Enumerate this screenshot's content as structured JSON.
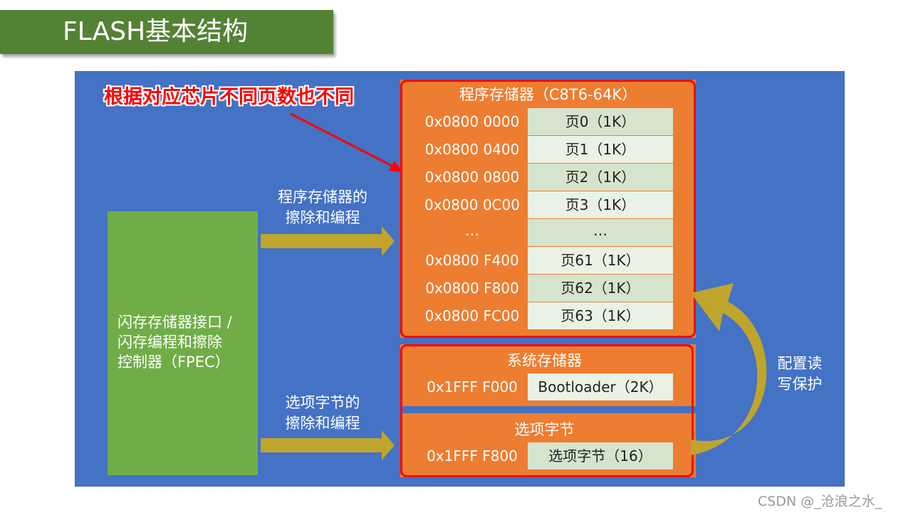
{
  "title": "FLASH基本结构",
  "annotation": "根据对应芯片不同页数也不同",
  "fpec": {
    "lines": [
      "闪存存储器接口 /",
      "闪存编程和擦除",
      "控制器（FPEC）"
    ]
  },
  "arrows": {
    "program": {
      "lines": [
        "程序存储器的",
        "擦除和编程"
      ]
    },
    "option": {
      "lines": [
        "选项字节的",
        "擦除和编程"
      ]
    }
  },
  "side_label": {
    "lines": [
      "配置读",
      "写保护"
    ]
  },
  "program_memory": {
    "title": "程序存储器（C8T6-64K）",
    "rows": [
      {
        "addr": "0x0800 0000",
        "page": "页0（1K）"
      },
      {
        "addr": "0x0800 0400",
        "page": "页1（1K）"
      },
      {
        "addr": "0x0800 0800",
        "page": "页2（1K）"
      },
      {
        "addr": "0x0800 0C00",
        "page": "页3（1K）"
      },
      {
        "addr": "…",
        "page": "…"
      },
      {
        "addr": "0x0800 F400",
        "page": "页61（1K）"
      },
      {
        "addr": "0x0800 F800",
        "page": "页62（1K）"
      },
      {
        "addr": "0x0800 FC00",
        "page": "页63（1K）"
      }
    ]
  },
  "system_memory": {
    "title": "系统存储器",
    "addr": "0x1FFF F000",
    "page": "Bootloader（2K）"
  },
  "option_bytes": {
    "title": "选项字节",
    "addr": "0x1FFF F800",
    "page": "选项字节（16）"
  },
  "watermark": "CSDN @_沧浪之水_",
  "colors": {
    "title_bg": "#548235",
    "canvas_bg": "#4472c4",
    "fpec_bg": "#70ad47",
    "memory_bg": "#ed7d31",
    "frame": "#ff0000",
    "arrow": "#bfa52c",
    "cell_dark": "#d7e4cd",
    "cell_light": "#eaf1e5"
  }
}
